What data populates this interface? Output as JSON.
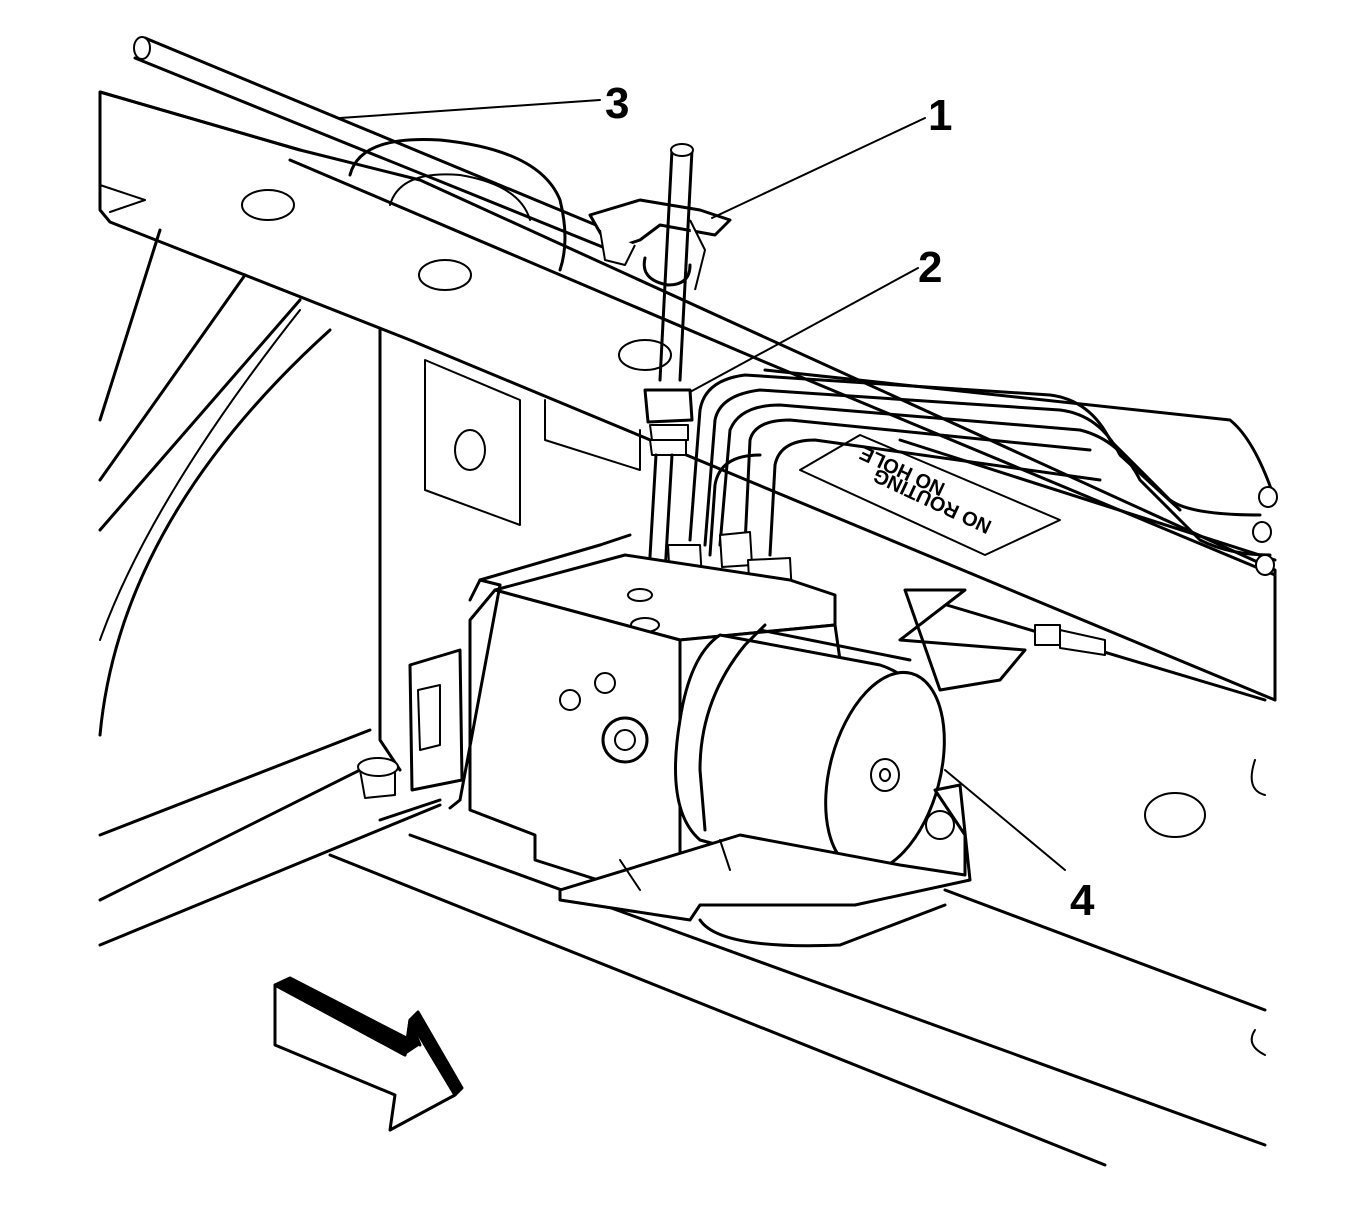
{
  "callouts": [
    {
      "id": "1",
      "label": "1"
    },
    {
      "id": "2",
      "label": "2"
    },
    {
      "id": "3",
      "label": "3"
    },
    {
      "id": "4",
      "label": "4"
    }
  ],
  "plate": {
    "line1": "NO HOLE",
    "line2": "NO ROUTING"
  },
  "colors": {
    "line": "#000000",
    "background": "#ffffff"
  },
  "icons": {
    "direction_arrow": "forward-arrow-icon"
  }
}
